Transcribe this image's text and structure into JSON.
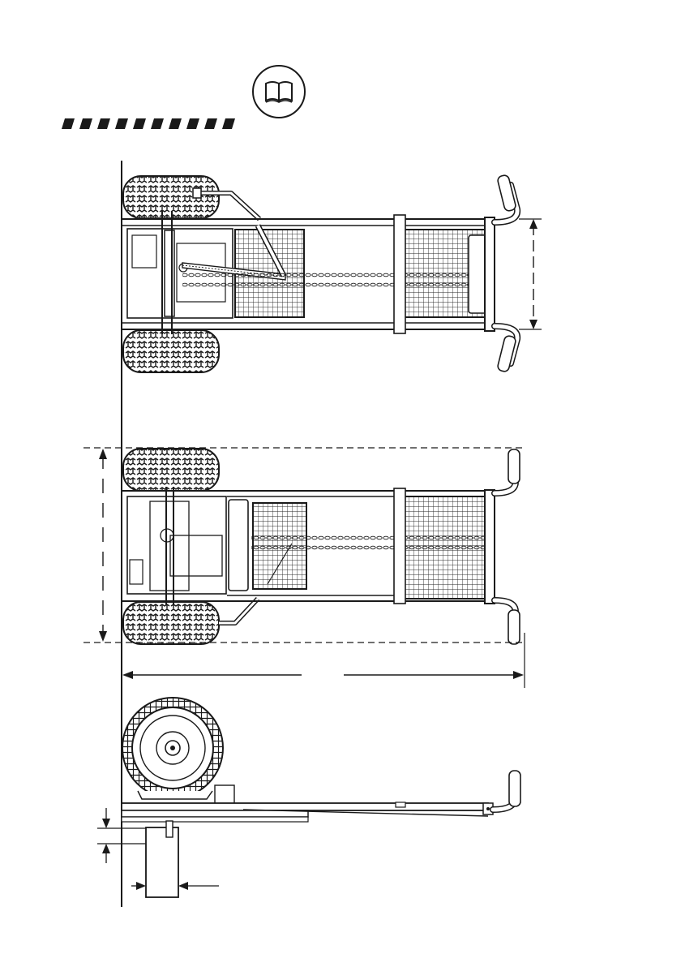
{
  "page": {
    "header_icon": "open-book-icon",
    "stripe_count": 10
  },
  "colors": {
    "ink": "#1a1a1a",
    "paper": "#ffffff",
    "mesh": "#2a2a2a"
  },
  "views": [
    {
      "name": "top-view-folded",
      "dimension_labels": []
    },
    {
      "name": "top-view-extended",
      "dimension_labels": []
    },
    {
      "name": "side-view",
      "dimension_labels": []
    }
  ]
}
